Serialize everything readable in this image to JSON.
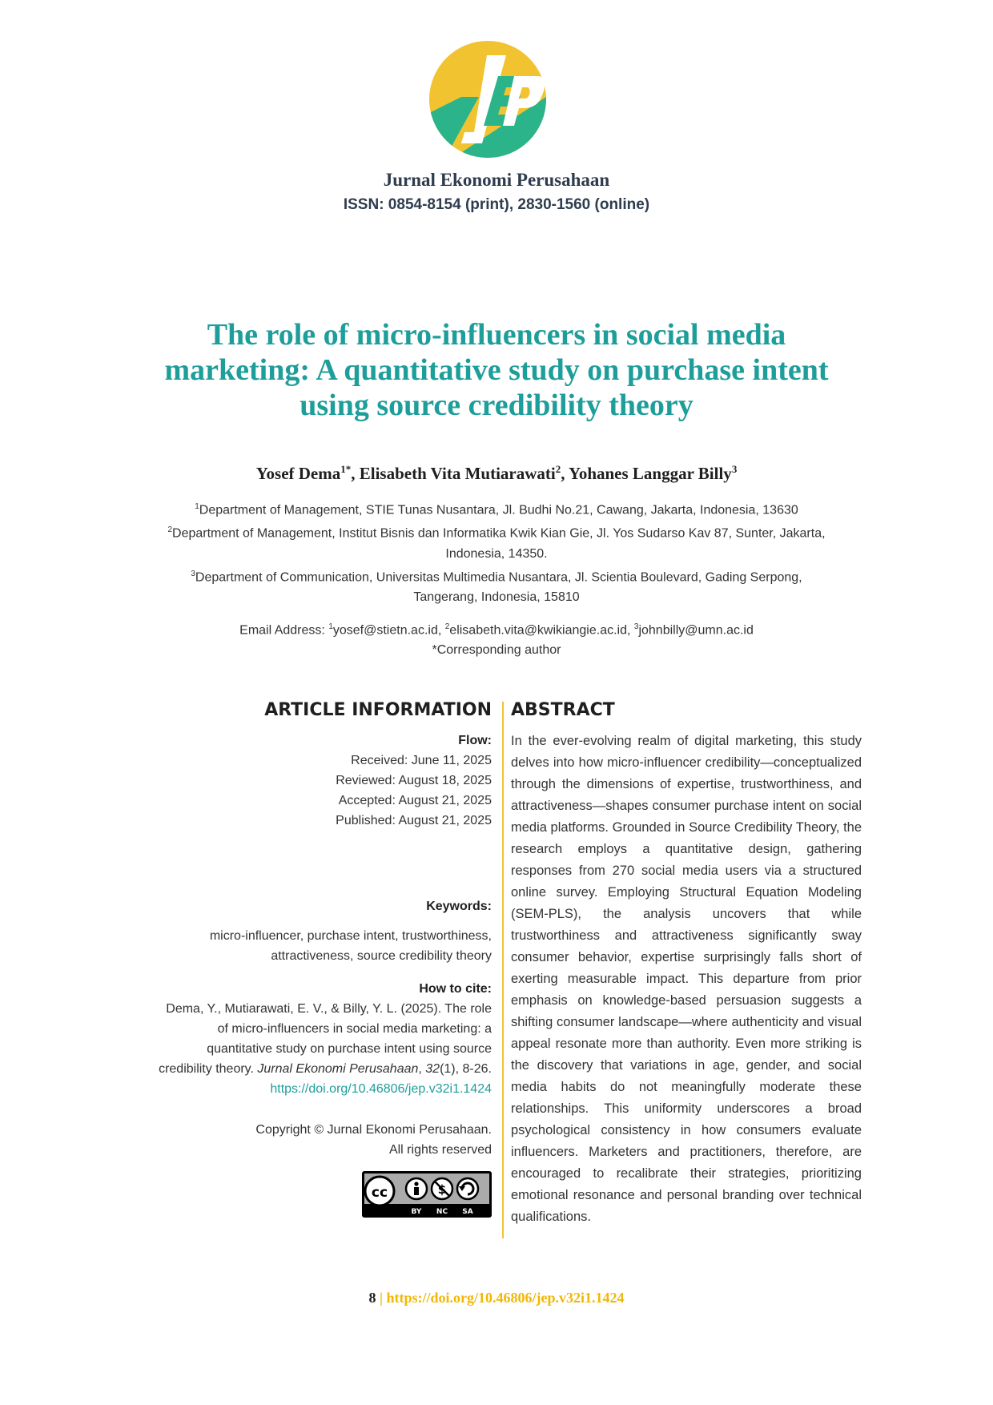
{
  "journal": {
    "name": "Jurnal Ekonomi Perusahaan",
    "issn": "ISSN: 0854-8154 (print), 2830-1560 (online)"
  },
  "article": {
    "title": "The role of micro-influencers in social media marketing: A quantitative study on purchase intent using source credibility theory"
  },
  "authors": [
    {
      "name": "Yosef Dema",
      "sup": "1*"
    },
    {
      "name": "Elisabeth Vita Mutiarawati",
      "sup": "2"
    },
    {
      "name": "Yohanes Langgar Billy",
      "sup": "3"
    }
  ],
  "affiliations": [
    {
      "sup": "1",
      "text": "Department of Management, STIE Tunas Nusantara, Jl. Budhi No.21, Cawang, Jakarta, Indonesia, 13630"
    },
    {
      "sup": "2",
      "text": "Department of Management, Institut Bisnis dan Informatika Kwik Kian Gie, Jl. Yos Sudarso Kav 87, Sunter, Jakarta, Indonesia, 14350."
    },
    {
      "sup": "3",
      "text": "Department of Communication, Universitas Multimedia Nusantara, Jl. Scientia Boulevard, Gading Serpong, Tangerang, Indonesia, 15810"
    }
  ],
  "contact": {
    "label": "Email Address:",
    "emails": [
      {
        "sup": "1",
        "text": "yosef@stietn.ac.id"
      },
      {
        "sup": "2",
        "text": "elisabeth.vita@kwikiangie.ac.id"
      },
      {
        "sup": "3",
        "text": "johnbilly@umn.ac.id"
      }
    ],
    "corresponding": "*Corresponding author"
  },
  "article_info": {
    "heading": "ARTICLE INFORMATION",
    "flow_label": "Flow:",
    "received": "Received: June 11, 2025",
    "reviewed": "Reviewed: August 18, 2025",
    "accepted": "Accepted: August 21, 2025",
    "published": "Published: August 21, 2025",
    "keywords_label": "Keywords:",
    "keywords": "micro-influencer, purchase intent, trustworthiness, attractiveness, source credibility theory",
    "cite_label": "How to cite:",
    "cite_authors": "Dema, Y., Mutiarawati, E. V., & Billy, Y. L. (2025). The role of micro-influencers in social media marketing: a quantitative study on purchase intent using source credibility theory.",
    "cite_journal": "Jurnal Ekonomi Perusahaan",
    "cite_volume": "32",
    "cite_issue_pages": "(1), 8-26.",
    "cite_doi": "https://doi.org/10.46806/jep.v32i1.1424",
    "copyright": "Copyright © Jurnal Ekonomi Perusahaan.",
    "rights": "All rights reserved",
    "license": {
      "cc": "cc",
      "by": "BY",
      "nc": "NC",
      "sa": "SA"
    }
  },
  "abstract": {
    "heading": "ABSTRACT",
    "text": "In the ever-evolving realm of digital marketing, this study delves into how micro-influencer credibility—conceptualized through the dimensions of expertise, trustworthiness, and attractiveness—shapes consumer purchase intent on social media platforms. Grounded in Source Credibility Theory, the research employs a quantitative design, gathering responses from 270 social media users via a structured online survey. Employing Structural Equation Modeling (SEM-PLS), the analysis uncovers that while trustworthiness and attractiveness significantly sway consumer behavior, expertise surprisingly falls short of exerting measurable impact. This departure from prior emphasis on knowledge-based persuasion suggests a shifting consumer landscape—where authenticity and visual appeal resonate more than authority. Even more striking is the discovery that variations in age, gender, and social media habits do not meaningfully moderate these relationships. This uniformity underscores a broad psychological consistency in how consumers evaluate influencers. Marketers and practitioners, therefore, are encouraged to recalibrate their strategies, prioritizing emotional resonance and personal branding over technical qualifications."
  },
  "footer": {
    "page": "8",
    "separator": "|",
    "doi": "https://doi.org/10.46806/jep.v32i1.1424"
  },
  "colors": {
    "accent_teal": "#1e9e9b",
    "accent_yellow": "#f2c330",
    "logo_green": "#2bb38a"
  }
}
